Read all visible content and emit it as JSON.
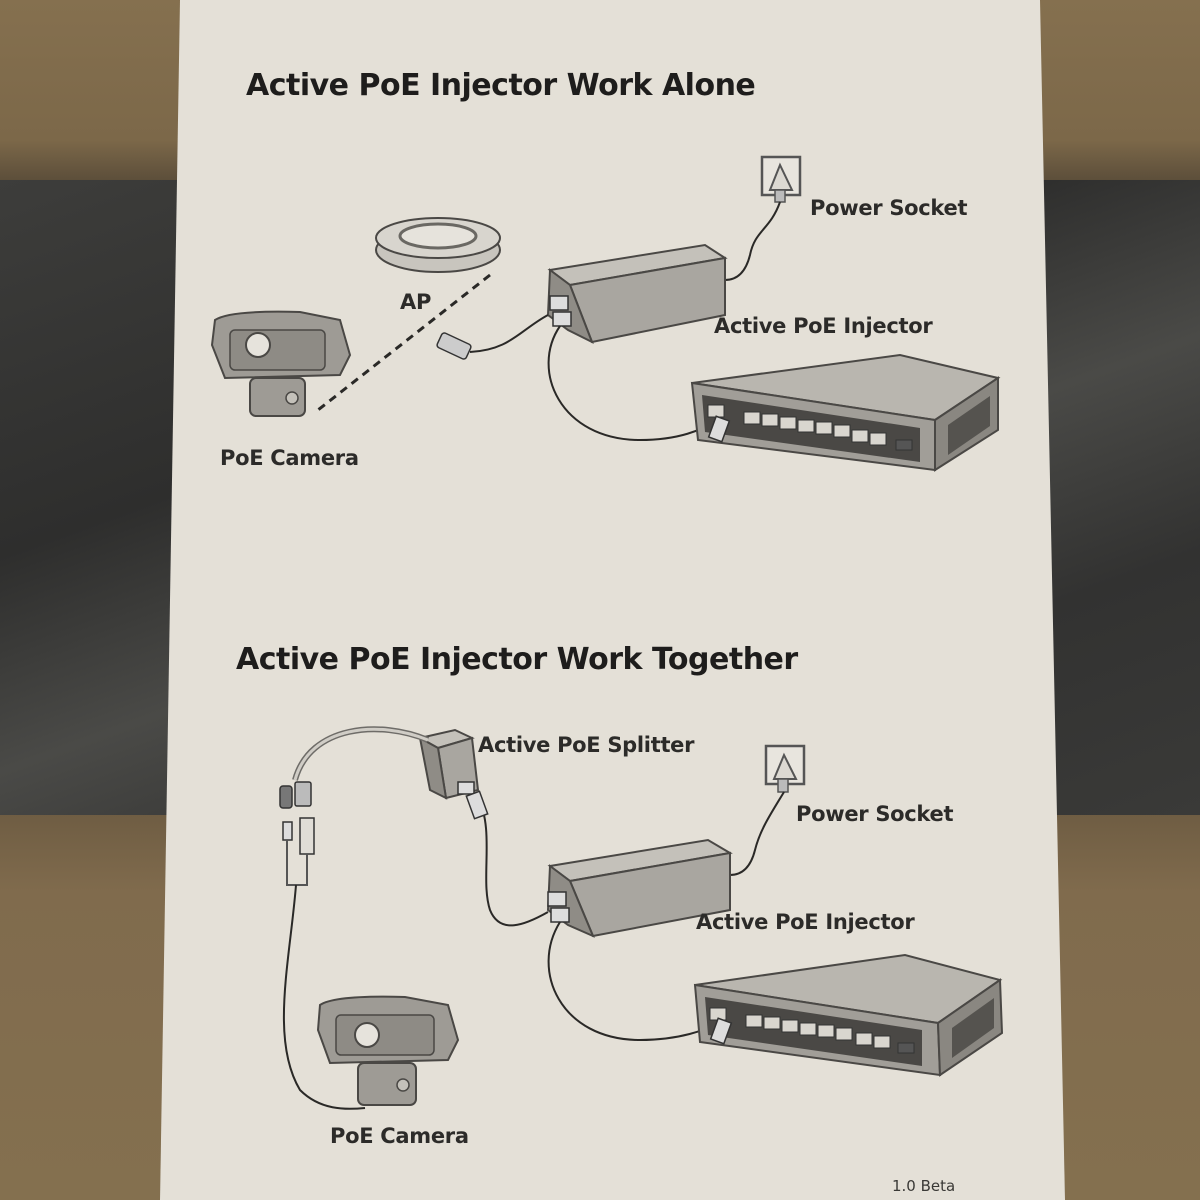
{
  "sections": [
    {
      "title": "Active PoE Injector Work Alone",
      "labels": {
        "power_socket": "Power Socket",
        "ap": "AP",
        "injector": "Active PoE Injector",
        "camera": "PoE Camera"
      }
    },
    {
      "title": "Active PoE Injector Work Together",
      "labels": {
        "splitter": "Active PoE Splitter",
        "power_socket": "Power Socket",
        "injector": "Active PoE Injector",
        "camera": "PoE Camera"
      }
    }
  ],
  "footer": {
    "version": "1.0 Beta"
  },
  "colors": {
    "paper": "#e4e0d7",
    "ink": "#1e1d1c",
    "device_fill": "#a9a6a0",
    "device_stroke": "#4a4845",
    "cable": "#2a2927"
  }
}
